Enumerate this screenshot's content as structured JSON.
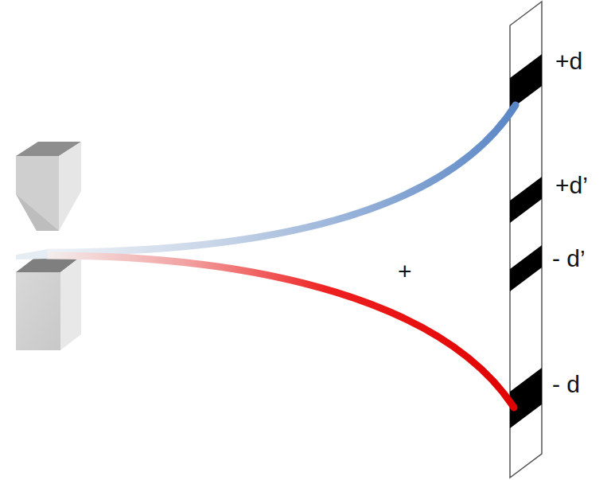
{
  "diagram": {
    "labels": [
      "+d",
      "+d’",
      "- d’",
      "- d",
      "+"
    ]
  }
}
